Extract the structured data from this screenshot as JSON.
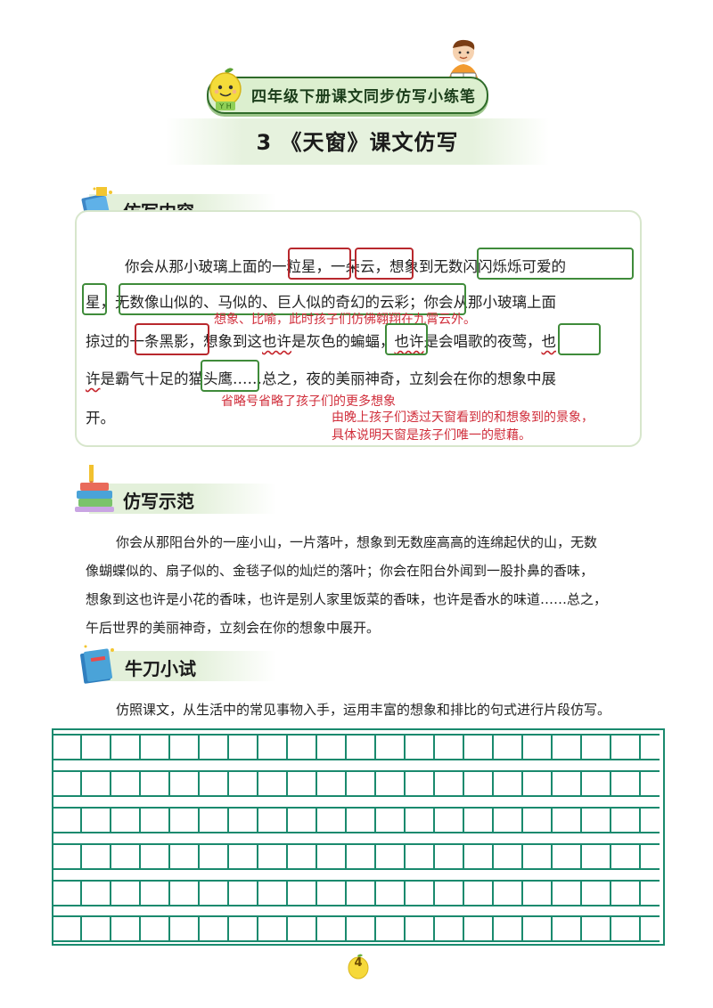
{
  "header": {
    "banner": "四年级下册课文同步仿写小练笔",
    "title": "3 《天窗》课文仿写"
  },
  "section1": {
    "heading": "仿写内容",
    "lines": [
      [
        "你会从那小玻璃上面的",
        "一粒星",
        "，",
        "一朵云",
        "，想象到",
        "无数闪闪烁烁可爱的"
      ],
      [
        "星",
        "，",
        "无数像山似的、马似的、巨人似的奇幻的云彩",
        "；你会从那小玻璃上面"
      ],
      [
        "掠过的",
        "一条黑影",
        "，想象到这",
        "也许",
        "是灰色的",
        "蝙蝠",
        "，",
        "也许",
        "是会唱歌的",
        "夜莺",
        "，",
        "也"
      ],
      [
        "许",
        "是霸气十足的",
        "猫头鹰",
        "……总之，夜的美丽神奇，立刻会在你的想象中展"
      ],
      [
        "开。"
      ]
    ],
    "notes": {
      "note1": "想象、比喻，此时孩子们仿佛翱翔在九霄云外。",
      "note2": "省略号省略了孩子们的更多想象",
      "note3a": "由晚上孩子们透过天窗看到的和想象到的景象，",
      "note3b": "具体说明天窗是孩子们唯一的慰藉。"
    }
  },
  "section2": {
    "heading": "仿写示范",
    "lines": [
      "你会从那阳台外的一座小山，一片落叶，想象到无数座高高的连绵起伏的山，无数",
      "像蝴蝶似的、扇子似的、金毯子似的灿烂的落叶；你会在阳台外闻到一股扑鼻的香味，",
      "想象到这也许是小花的香味，也许是别人家里饭菜的香味，也许是香水的味道……总之，",
      "午后世界的美丽神奇，立刻会在你的想象中展开。"
    ]
  },
  "section3": {
    "heading": "牛刀小试",
    "instruction": "仿照课文，从生活中的常见事物入手，运用丰富的想象和排比的句式进行片段仿写。"
  },
  "page_number": "4",
  "colors": {
    "accent_green": "#2f6b2a",
    "grid_teal": "#1a8a6e",
    "annotation_red": "#d02d3a"
  }
}
